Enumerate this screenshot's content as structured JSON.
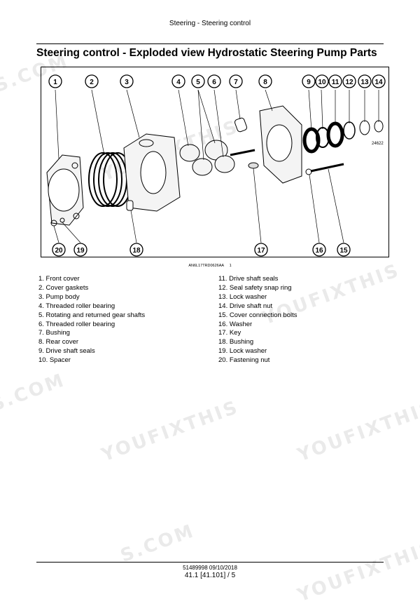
{
  "header": {
    "section": "Steering - Steering control"
  },
  "title": "Steering control - Exploded view Hydrostatic Steering Pump Parts",
  "figure": {
    "ref_code": "24622",
    "caption_code": "AN6L17TRD0626AA",
    "caption_num": "1",
    "callouts_top": [
      "1",
      "2",
      "3",
      "4",
      "5",
      "6",
      "7",
      "8",
      "9",
      "10",
      "11",
      "12",
      "13",
      "14"
    ],
    "callouts_bottom": [
      "20",
      "19",
      "18",
      "17",
      "16",
      "15"
    ]
  },
  "legend_left": [
    "1.  Front cover",
    "2.  Cover gaskets",
    "3.  Pump body",
    "4.  Threaded roller bearing",
    "5.  Rotating and returned gear shafts",
    "6.  Threaded roller bearing",
    "7.  Bushing",
    "8.  Rear cover",
    "9.  Drive shaft seals",
    "10.  Spacer"
  ],
  "legend_right": [
    "11.  Drive shaft seals",
    "12.  Seal safety snap ring",
    "13.  Lock washer",
    "14.  Drive shaft nut",
    "15.  Cover connection bolts",
    "16.  Washer",
    "17.  Key",
    "18.  Bushing",
    "19.  Lock washer",
    "20.  Fastening nut"
  ],
  "watermark": {
    "text_a": "YOUFIXTHIS",
    "text_b": "S.COM"
  },
  "footer": {
    "doc": "51489998 09/10/2018",
    "page": "41.1 [41.101] / 5"
  }
}
